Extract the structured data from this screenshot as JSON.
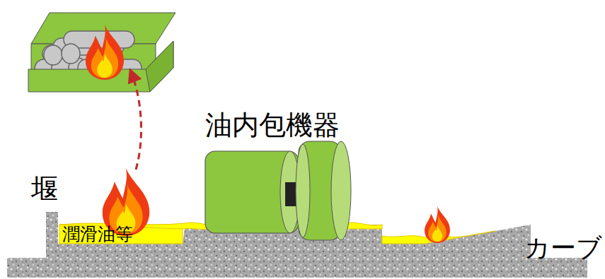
{
  "diagram": {
    "labels": [
      "油内包機器",
      "堰",
      "潤滑油等",
      "カーブ"
    ]
  }
}
